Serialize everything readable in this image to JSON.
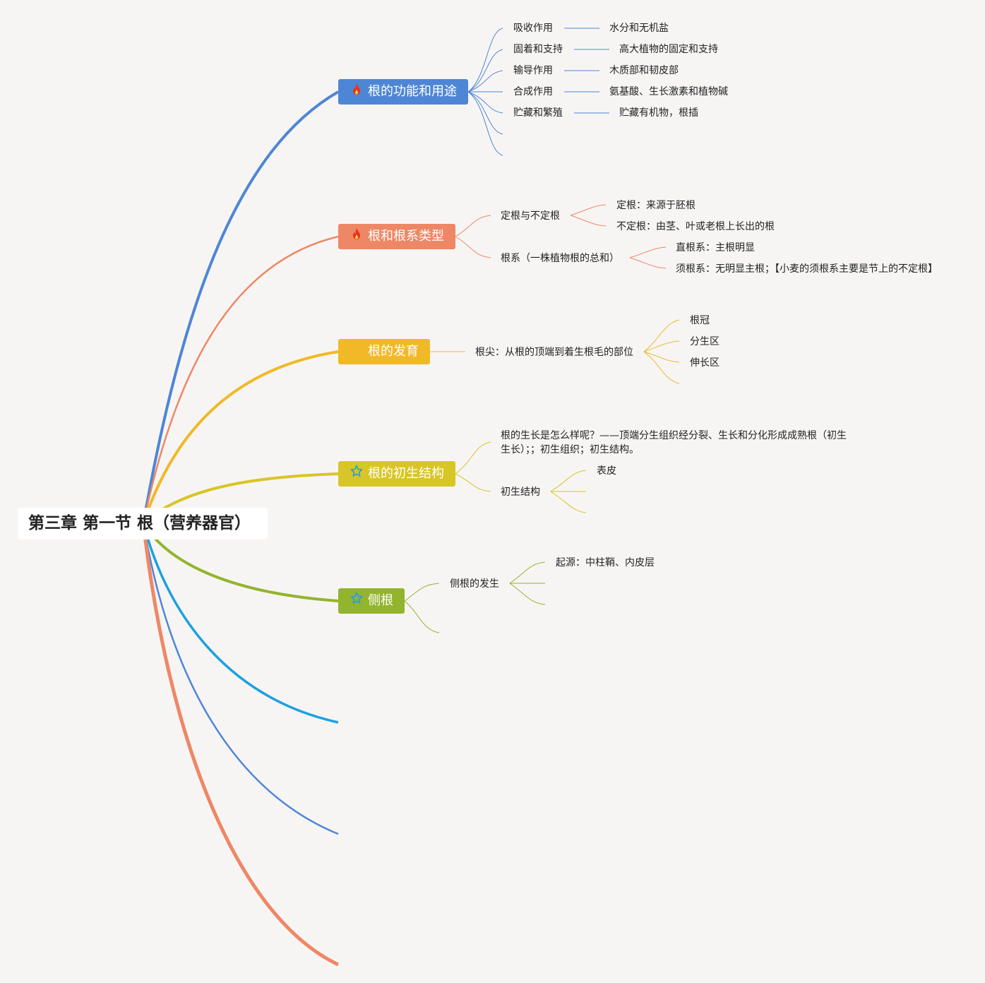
{
  "root": {
    "title": "第三章 第一节 根（营养器官）"
  },
  "topics": {
    "function": {
      "label": "根的功能和用途",
      "icon": "fire-icon",
      "color": "#4e86d6",
      "items": [
        {
          "label": "吸收作用",
          "detail": "水分和无机盐"
        },
        {
          "label": "固着和支持",
          "detail": "高大植物的固定和支持"
        },
        {
          "label": "输导作用",
          "detail": "木质部和韧皮部"
        },
        {
          "label": "合成作用",
          "detail": "氨基酸、生长激素和植物碱"
        },
        {
          "label": "贮藏和繁殖",
          "detail": "贮藏有机物，根插"
        }
      ]
    },
    "types": {
      "label": "根和根系类型",
      "icon": "fire-icon",
      "color": "#ee8765",
      "items": [
        {
          "label": "定根与不定根",
          "children": [
            "定根：来源于胚根",
            "不定根：由茎、叶或老根上长出的根"
          ]
        },
        {
          "label": "根系（一株植物根的总和）",
          "children": [
            "直根系：主根明显",
            "须根系：无明显主根；【小麦的须根系主要是节上的不定根】"
          ]
        }
      ]
    },
    "development": {
      "label": "根的发育",
      "color": "#f1b928",
      "item": {
        "label": "根尖：从根的顶端到着生根毛的部位",
        "children": [
          "根冠",
          "分生区",
          "伸长区"
        ]
      }
    },
    "primary": {
      "label": "根的初生结构",
      "icon": "star-icon",
      "color": "#d8c526",
      "note": "根的生长是怎么样呢？——顶端分生组织经分裂、生长和分化形成成熟根（初生生长）；；初生组织；初生结构。",
      "item": {
        "label": "初生结构",
        "children": [
          "表皮"
        ]
      }
    },
    "lateral": {
      "label": "侧根",
      "icon": "star-icon",
      "color": "#93b42d",
      "item": {
        "label": "侧根的发生",
        "children": [
          "起源：中柱鞘、内皮层"
        ]
      }
    }
  },
  "extra_branch_colors": [
    "#1da1e0",
    "#4e86d6",
    "#ee8765"
  ]
}
